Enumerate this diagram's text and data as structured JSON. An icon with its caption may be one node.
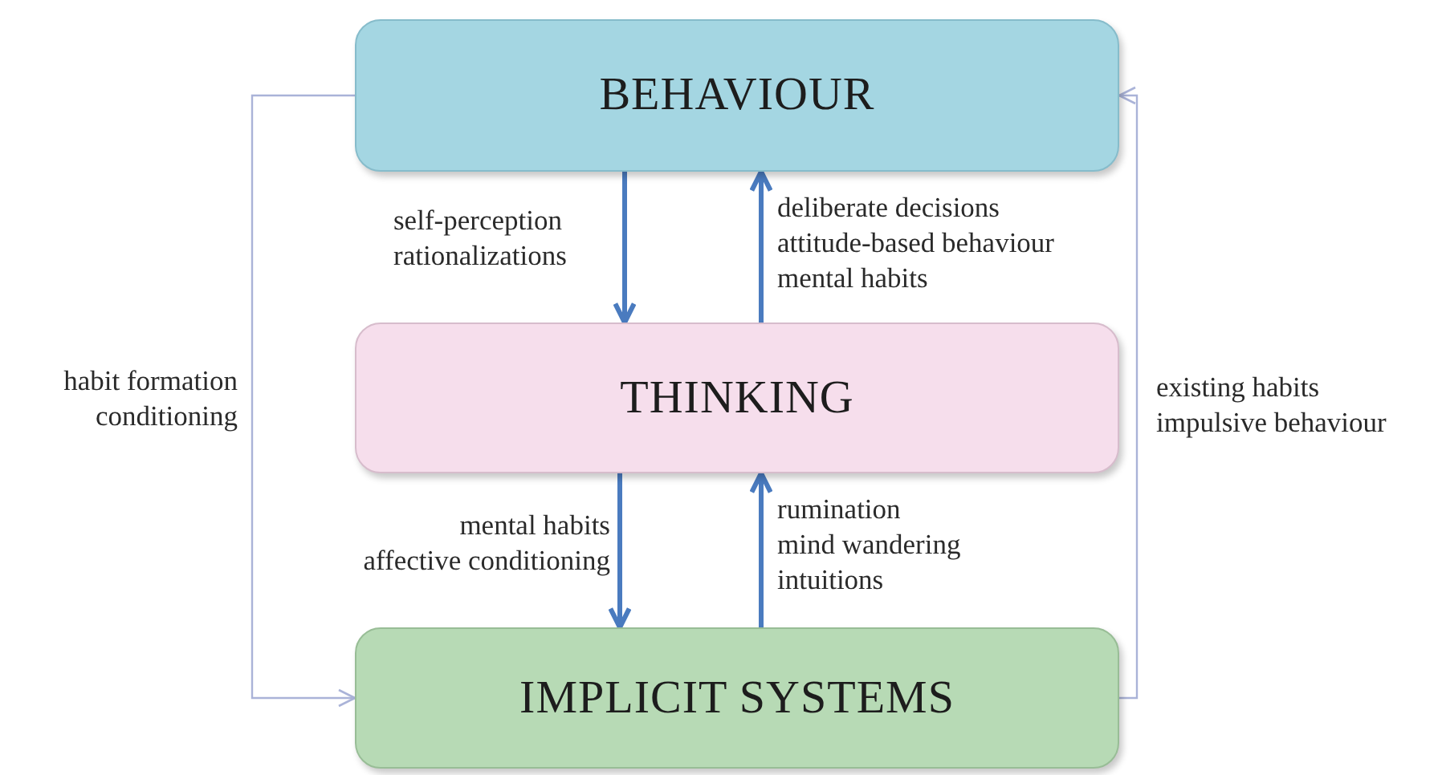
{
  "diagram": {
    "nodes": [
      {
        "text": [
          "BEHAVIOUR"
        ]
      },
      {
        "text": [
          "THINKING"
        ]
      },
      {
        "text": [
          "IMPLICIT SYSTEMS"
        ]
      }
    ],
    "edges": [
      {
        "from": 0,
        "to": 1,
        "arrow": "to",
        "label": "self-perception rationalizations"
      },
      {
        "from": 1,
        "to": 0,
        "arrow": "to",
        "label": "deliberate decisions attitude-based behaviour mental habits"
      },
      {
        "from": 1,
        "to": 2,
        "arrow": "to",
        "label": "mental habits affective conditioning"
      },
      {
        "from": 2,
        "to": 1,
        "arrow": "to",
        "label": "rumination mind wandering intuitions"
      },
      {
        "from": 0,
        "to": 2,
        "arrow": "to",
        "label": "habit formation conditioning",
        "color": "#aab3d8"
      },
      {
        "from": 2,
        "to": 0,
        "arrow": "to",
        "label": "existing habits impulsive behaviour",
        "color": "#aab3d8"
      }
    ]
  }
}
